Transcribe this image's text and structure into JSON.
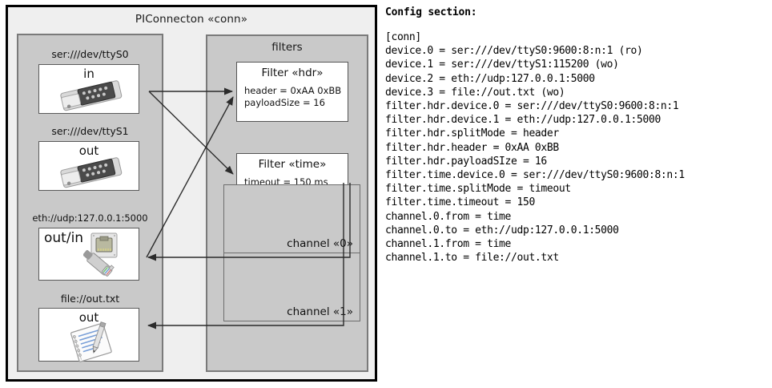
{
  "diagram": {
    "title": "PIConnecton «conn»",
    "devices_panel": {
      "title": "",
      "devices": [
        {
          "label": "ser:///dev/ttyS0",
          "direction": "in",
          "icon": "serial-port-icon"
        },
        {
          "label": "ser:///dev/ttyS1",
          "direction": "out",
          "icon": "serial-port-icon"
        },
        {
          "label": "eth://udp:127.0.0.1:5000",
          "direction": "out/in",
          "icon": "ethernet-jack-icon"
        },
        {
          "label": "file://out.txt",
          "direction": "out",
          "icon": "text-file-icon"
        }
      ]
    },
    "filters_panel": {
      "title": "filters",
      "filters": [
        {
          "title": "Filter «hdr»",
          "props": [
            "header = 0xAA 0xBB",
            "payloadSize = 16"
          ]
        },
        {
          "title": "Filter «time»",
          "props": [
            "timeout = 150 ms"
          ]
        }
      ],
      "channels": [
        {
          "label": "channel «0»"
        },
        {
          "label": "channel «1»"
        }
      ]
    }
  },
  "config": {
    "heading": "Config section:",
    "text": "[conn]\ndevice.0 = ser:///dev/ttyS0:9600:8:n:1 (ro)\ndevice.1 = ser:///dev/ttyS1:115200 (wo)\ndevice.2 = eth://udp:127.0.0.1:5000\ndevice.3 = file://out.txt (wo)\nfilter.hdr.device.0 = ser:///dev/ttyS0:9600:8:n:1\nfilter.hdr.device.1 = eth://udp:127.0.0.1:5000\nfilter.hdr.splitMode = header\nfilter.hdr.header = 0xAA 0xBB\nfilter.hdr.payloadSIze = 16\nfilter.time.device.0 = ser:///dev/ttyS0:9600:8:n:1\nfilter.time.splitMode = timeout\nfilter.time.timeout = 150\nchannel.0.from = time\nchannel.0.to = eth://udp:127.0.0.1:5000\nchannel.1.from = time\nchannel.1.to = file://out.txt"
  },
  "colors": {
    "canvas": "#ffffff",
    "outer_border": "#000000",
    "conn_bg": "#efefef",
    "panel_bg": "#c9c9c9",
    "panel_border": "#7a7a7a",
    "card_bg": "#ffffff",
    "edge": "#2b2b2b"
  }
}
